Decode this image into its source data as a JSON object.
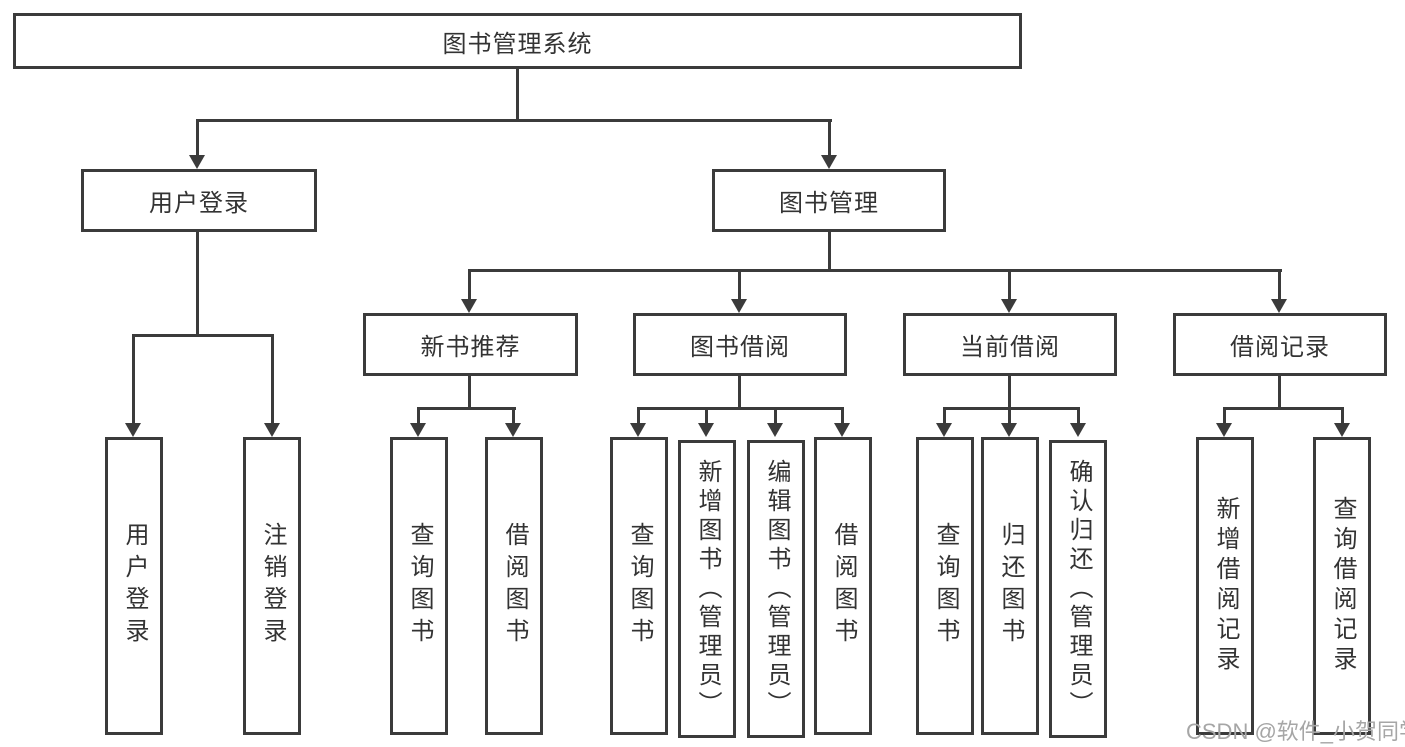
{
  "diagram": {
    "root": {
      "label": "图书管理系统"
    },
    "level2": [
      {
        "label": "用户登录",
        "children": [
          {
            "label": "用户登录"
          },
          {
            "label": "注销登录"
          }
        ]
      },
      {
        "label": "图书管理",
        "children": [
          {
            "label": "新书推荐",
            "children": [
              {
                "label": "查询图书"
              },
              {
                "label": "借阅图书"
              }
            ]
          },
          {
            "label": "图书借阅",
            "children": [
              {
                "label": "查询图书"
              },
              {
                "label": "新增图书（管理员）"
              },
              {
                "label": "编辑图书（管理员）"
              },
              {
                "label": "借阅图书"
              }
            ]
          },
          {
            "label": "当前借阅",
            "children": [
              {
                "label": "查询图书"
              },
              {
                "label": "归还图书"
              },
              {
                "label": "确认归还（管理员）"
              }
            ]
          },
          {
            "label": "借阅记录",
            "children": [
              {
                "label": "新增借阅记录"
              },
              {
                "label": "查询借阅记录"
              }
            ]
          }
        ]
      }
    ]
  },
  "watermark": {
    "text": "CSDN @软件_小贺同学"
  },
  "colors": {
    "line": "#3b3b3b",
    "box_border": "#3b3b3b",
    "text": "#333333",
    "background": "#ffffff",
    "watermark": "#a6a6a6"
  }
}
